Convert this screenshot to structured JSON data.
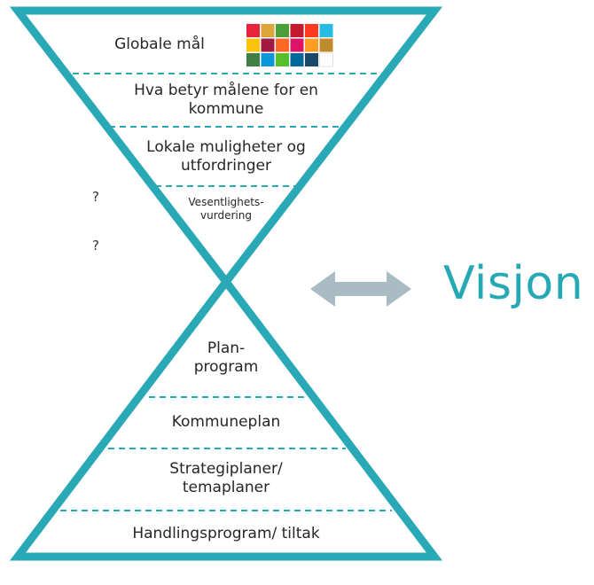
{
  "colors": {
    "accent": "#29a8b5",
    "arrow": "#a9bcc3",
    "text": "#262626"
  },
  "top_sections": {
    "global": "Globale mål",
    "meaning_line1": "Hva betyr målene for en",
    "meaning_line2": "kommune",
    "local_line1": "Lokale muligheter og",
    "local_line2": "utfordringer",
    "materiality_line1": "Vesentlighets-",
    "materiality_line2": "vurdering"
  },
  "bottom_sections": {
    "plan_line1": "Plan-",
    "plan_line2": "program",
    "municipal": "Kommuneplan",
    "strategy_line1": "Strategiplaner/",
    "strategy_line2": "temaplaner",
    "action": "Handlingsprogram/ tiltak"
  },
  "vision_label": "Visjon",
  "missing_glyph_markers": [
    "?",
    "?"
  ],
  "sdg_icon_colors": [
    "#e5243b",
    "#dda63a",
    "#4c9f38",
    "#c5192d",
    "#ff3a21",
    "#26bde2",
    "#fcc30b",
    "#a21942",
    "#fd6925",
    "#dd1367",
    "#fd9d24",
    "#bf8b2e",
    "#3f7e44",
    "#0a97d9",
    "#56c02b",
    "#00689d",
    "#19486a",
    "#ffffff"
  ]
}
